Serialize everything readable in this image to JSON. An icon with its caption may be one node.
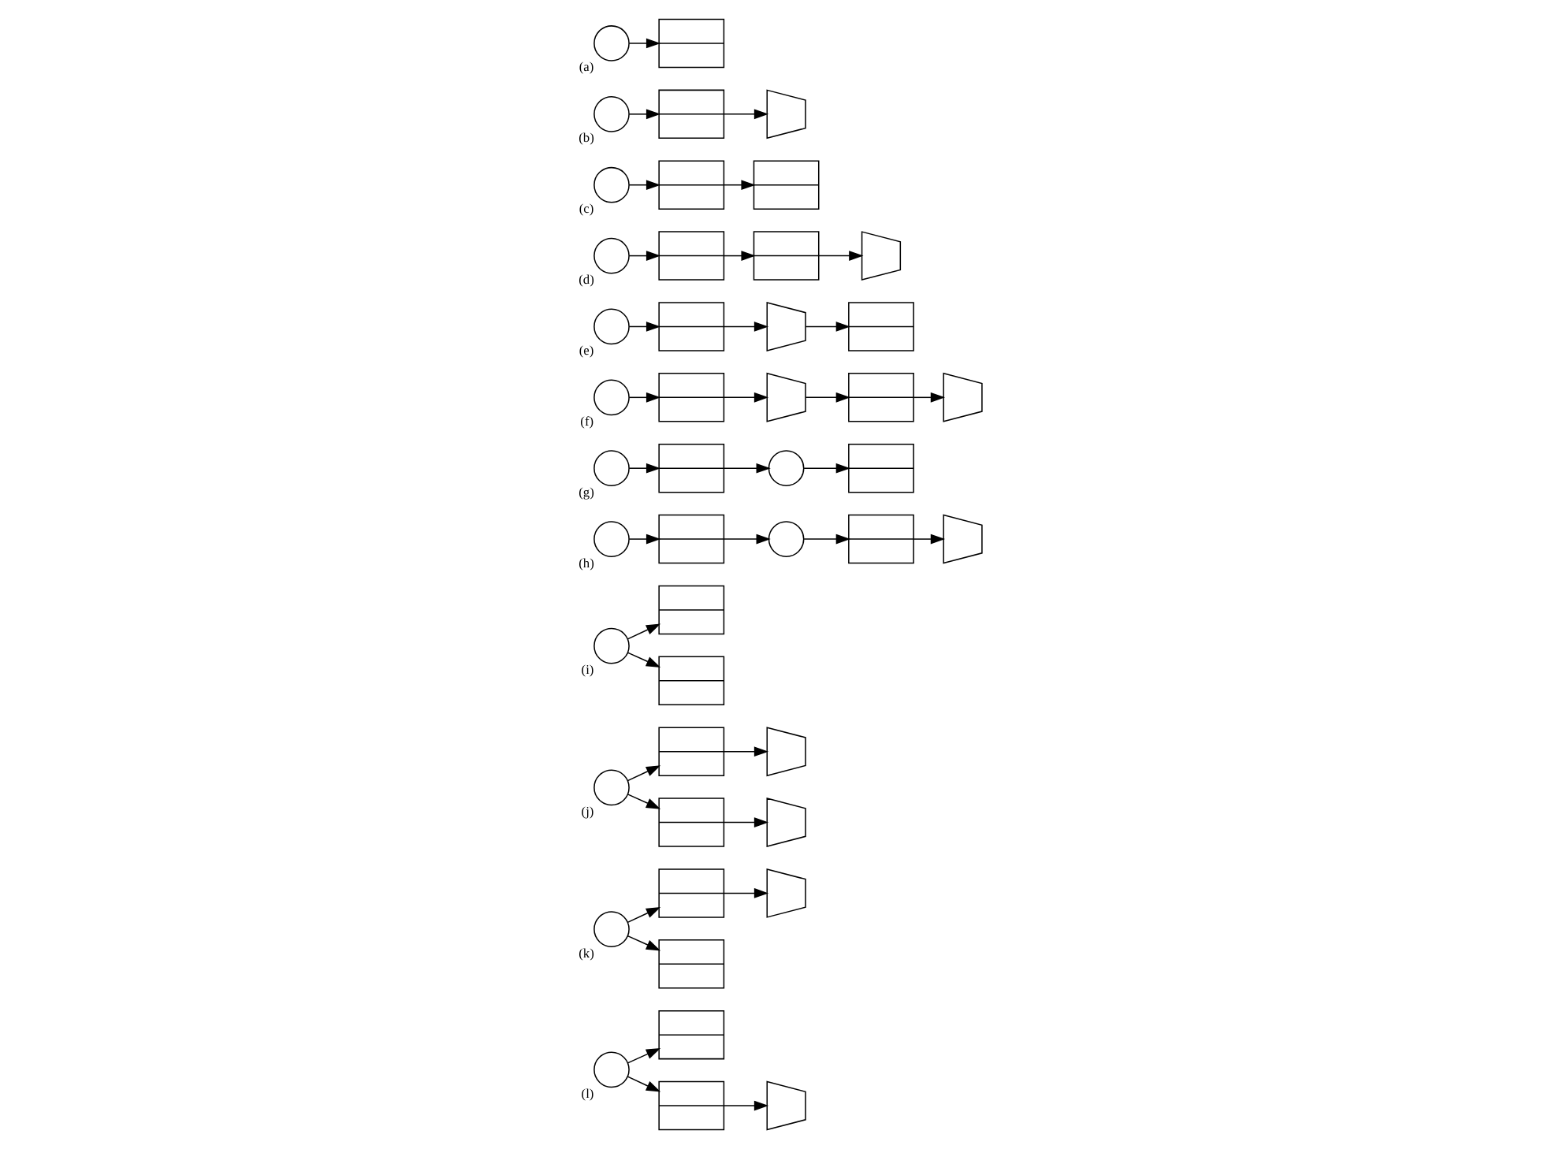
{
  "diagram": {
    "nodes": [
      {
        "text": [],
        "shape": "circle",
        "beside": [
          "(a)"
        ]
      },
      {
        "text": [],
        "shape": "box"
      },
      {
        "text": [],
        "shape": "circle",
        "beside": [
          "(b)"
        ]
      },
      {
        "text": [],
        "shape": "box"
      },
      {
        "text": [],
        "shape": "trapezoid"
      },
      {
        "text": [],
        "shape": "circle",
        "beside": [
          "(c)"
        ]
      },
      {
        "text": [],
        "shape": "box"
      },
      {
        "text": [],
        "shape": "box"
      },
      {
        "text": [],
        "shape": "circle",
        "beside": [
          "(d)"
        ]
      },
      {
        "text": [],
        "shape": "box"
      },
      {
        "text": [],
        "shape": "box"
      },
      {
        "text": [],
        "shape": "trapezoid"
      },
      {
        "text": [],
        "shape": "circle",
        "beside": [
          "(e)"
        ]
      },
      {
        "text": [],
        "shape": "box"
      },
      {
        "text": [],
        "shape": "trapezoid"
      },
      {
        "text": [],
        "shape": "box"
      },
      {
        "text": [],
        "shape": "circle",
        "beside": [
          "(f)"
        ]
      },
      {
        "text": [],
        "shape": "box"
      },
      {
        "text": [],
        "shape": "trapezoid"
      },
      {
        "text": [],
        "shape": "box"
      },
      {
        "text": [],
        "shape": "trapezoid"
      },
      {
        "text": [],
        "shape": "circle",
        "beside": [
          "(g)"
        ]
      },
      {
        "text": [],
        "shape": "box"
      },
      {
        "text": [],
        "shape": "circle"
      },
      {
        "text": [],
        "shape": "box"
      },
      {
        "text": [],
        "shape": "circle",
        "beside": [
          "(h)"
        ]
      },
      {
        "text": [],
        "shape": "box"
      },
      {
        "text": [],
        "shape": "circle"
      },
      {
        "text": [],
        "shape": "box"
      },
      {
        "text": [],
        "shape": "trapezoid"
      },
      {
        "text": [],
        "shape": "circle",
        "beside": [
          "(i)"
        ]
      },
      {
        "text": [],
        "shape": "box"
      },
      {
        "text": [],
        "shape": "box"
      },
      {
        "text": [],
        "shape": "circle",
        "beside": [
          "(j)"
        ]
      },
      {
        "text": [],
        "shape": "box"
      },
      {
        "text": [],
        "shape": "trapezoid"
      },
      {
        "text": [],
        "shape": "box"
      },
      {
        "text": [],
        "shape": "trapezoid"
      },
      {
        "text": [],
        "shape": "circle",
        "beside": [
          "(k)"
        ]
      },
      {
        "text": [],
        "shape": "box"
      },
      {
        "text": [],
        "shape": "trapezoid"
      },
      {
        "text": [],
        "shape": "box"
      },
      {
        "text": [],
        "shape": "circle",
        "beside": [
          "(l)"
        ]
      },
      {
        "text": [],
        "shape": "box"
      },
      {
        "text": [],
        "shape": "box"
      },
      {
        "text": [],
        "shape": "trapezoid"
      }
    ],
    "edges": [
      {
        "from": 0,
        "to": 1,
        "arrow": "to"
      },
      {
        "from": 2,
        "to": 3,
        "arrow": "to"
      },
      {
        "from": 3,
        "to": 4,
        "arrow": "to"
      },
      {
        "from": 5,
        "to": 6,
        "arrow": "to"
      },
      {
        "from": 6,
        "to": 7,
        "arrow": "to"
      },
      {
        "from": 8,
        "to": 9,
        "arrow": "to"
      },
      {
        "from": 9,
        "to": 10,
        "arrow": "to"
      },
      {
        "from": 10,
        "to": 11,
        "arrow": "to"
      },
      {
        "from": 12,
        "to": 13,
        "arrow": "to"
      },
      {
        "from": 13,
        "to": 14,
        "arrow": "to"
      },
      {
        "from": 14,
        "to": 15,
        "arrow": "to"
      },
      {
        "from": 16,
        "to": 17,
        "arrow": "to"
      },
      {
        "from": 17,
        "to": 18,
        "arrow": "to"
      },
      {
        "from": 18,
        "to": 19,
        "arrow": "to"
      },
      {
        "from": 19,
        "to": 20,
        "arrow": "to"
      },
      {
        "from": 21,
        "to": 22,
        "arrow": "to"
      },
      {
        "from": 22,
        "to": 23,
        "arrow": "to"
      },
      {
        "from": 23,
        "to": 24,
        "arrow": "to"
      },
      {
        "from": 25,
        "to": 26,
        "arrow": "to"
      },
      {
        "from": 26,
        "to": 27,
        "arrow": "to"
      },
      {
        "from": 27,
        "to": 28,
        "arrow": "to"
      },
      {
        "from": 28,
        "to": 29,
        "arrow": "to"
      },
      {
        "from": 30,
        "to": 31,
        "arrow": "to"
      },
      {
        "from": 30,
        "to": 32,
        "arrow": "to"
      },
      {
        "from": 33,
        "to": 34,
        "arrow": "to"
      },
      {
        "from": 34,
        "to": 35,
        "arrow": "to"
      },
      {
        "from": 33,
        "to": 36,
        "arrow": "to"
      },
      {
        "from": 36,
        "to": 37,
        "arrow": "to"
      },
      {
        "from": 38,
        "to": 39,
        "arrow": "to"
      },
      {
        "from": 39,
        "to": 40,
        "arrow": "to"
      },
      {
        "from": 38,
        "to": 41,
        "arrow": "to"
      },
      {
        "from": 42,
        "to": 43,
        "arrow": "to"
      },
      {
        "from": 42,
        "to": 44,
        "arrow": "to"
      },
      {
        "from": 44,
        "to": 45,
        "arrow": "to"
      }
    ]
  }
}
